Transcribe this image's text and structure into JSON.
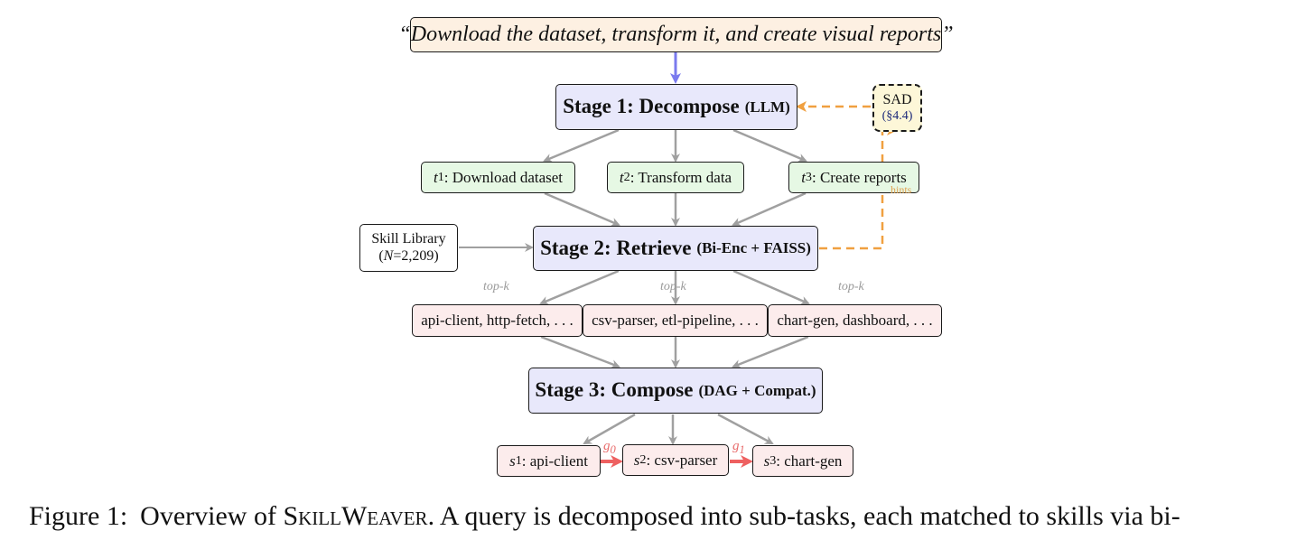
{
  "query": "“Download the dataset, transform it, and create visual reports”",
  "stage1": {
    "title": "Stage 1: Decompose",
    "sub": "(LLM)"
  },
  "sad": {
    "line1": "SAD",
    "line2": "(§4.4)",
    "hint_label": "hints"
  },
  "tasks": [
    {
      "var": "t",
      "idx": "1",
      "text": ": Download dataset"
    },
    {
      "var": "t",
      "idx": "2",
      "text": ": Transform data"
    },
    {
      "var": "t",
      "idx": "3",
      "text": ": Create reports"
    }
  ],
  "stage2": {
    "title": "Stage 2: Retrieve",
    "sub": "(Bi-Enc + FAISS)"
  },
  "library": {
    "line1": "Skill Library",
    "n_var": "N",
    "n_value": "=2,209"
  },
  "topk_label": "top-k",
  "skill_sets": [
    "api-client, http-fetch, . . .",
    "csv-parser, etl-pipeline, . . .",
    "chart-gen, dashboard, . . ."
  ],
  "stage3": {
    "title": "Stage 3: Compose",
    "sub": "(DAG + Compat.)"
  },
  "steps": [
    {
      "var": "s",
      "idx": "1",
      "text": ": api-client"
    },
    {
      "var": "s",
      "idx": "2",
      "text": ": csv-parser"
    },
    {
      "var": "s",
      "idx": "3",
      "text": ": chart-gen"
    }
  ],
  "glue": [
    {
      "var": "g",
      "idx": "0"
    },
    {
      "var": "g",
      "idx": "1"
    }
  ],
  "colors": {
    "query_arrow": "#7a7aee",
    "gray_arrow": "#a0a0a0",
    "sad_arrow": "#f0a040",
    "glue_arrow": "#ee6060"
  },
  "caption": {
    "fignum": "Figure 1:",
    "pre": "Overview of ",
    "name": "SkillWeaver",
    "post": ". A query is decomposed into sub-tasks, each matched to skills via bi-"
  }
}
